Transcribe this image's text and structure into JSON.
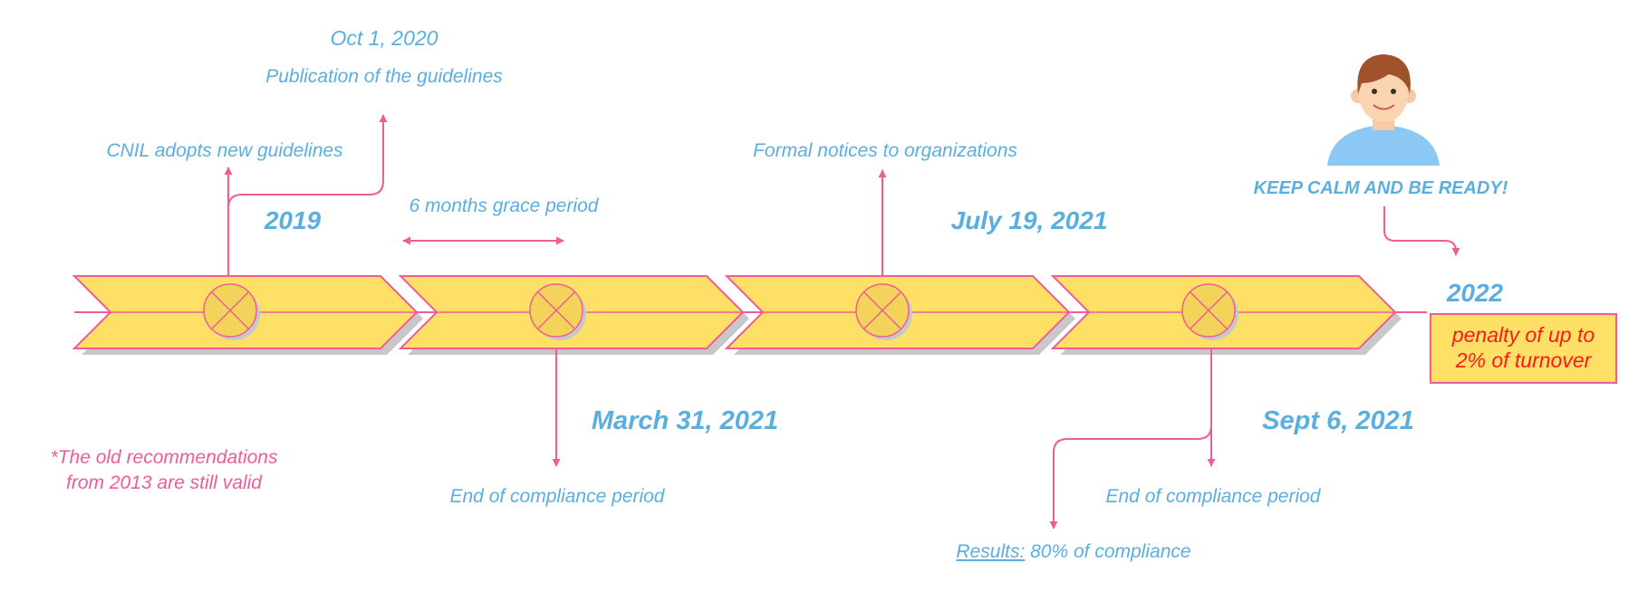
{
  "colors": {
    "accent_blue": "#5aaee0",
    "accent_pink": "#ee5d95",
    "chevron_fill": "#ffe066",
    "penalty_text": "#ff1a1a"
  },
  "timeline": {
    "events": {
      "oct_2020_date": "Oct 1, 2020",
      "oct_2020_desc": "Publication of the guidelines",
      "cnil_adopts": "CNIL adopts new guidelines",
      "year_2019": "2019",
      "grace_period": "6 months grace period",
      "formal_notices": "Formal notices to organizations",
      "july_2021": "July 19, 2021",
      "keep_calm": "KEEP CALM AND BE READY!",
      "year_2022": "2022",
      "penalty_line1": "penalty of up to",
      "penalty_line2": "2% of turnover",
      "march_2021": "March 31, 2021",
      "end_compliance_1": "End of compliance period",
      "sept_2021": "Sept 6, 2021",
      "end_compliance_2": "End of compliance period",
      "results_label": "Results:",
      "results_value": " 80% of compliance",
      "note_line1": "*The old recommendations",
      "note_line2": "from 2013 are still valid"
    },
    "icons": {
      "chevron": "chevron-arrow-icon",
      "milestone": "crossed-circle-icon",
      "person": "person-avatar-icon"
    }
  }
}
